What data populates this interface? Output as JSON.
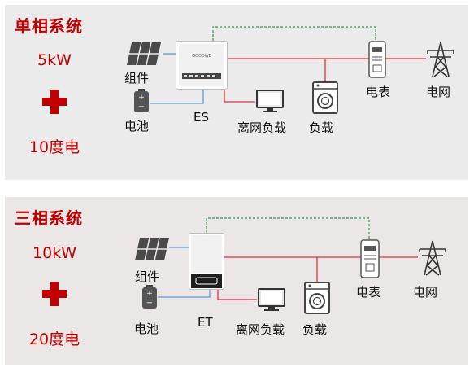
{
  "panels": [
    {
      "title": "单相系统",
      "power": "5kW",
      "storage": "10度电",
      "labels": {
        "pv": "组件",
        "battery": "电池",
        "inverter": "ES",
        "offgrid_load": "离网负载",
        "load": "负载",
        "meter": "电表",
        "grid": "电网"
      }
    },
    {
      "title": "三相系统",
      "power": "10kW",
      "storage": "20度电",
      "labels": {
        "pv": "组件",
        "battery": "电池",
        "inverter": "ET",
        "offgrid_load": "离网负载",
        "load": "负载",
        "meter": "电表",
        "grid": "电网"
      }
    }
  ],
  "colors": {
    "accent": "#c00000",
    "dc_line": "#5b9bd5",
    "ac_line": "#e0303a",
    "comm_line": "#2e9e4a",
    "panel1_bg": "#ebebeb",
    "panel2_bg": "#ebe7e6"
  },
  "icons": [
    "solar-panel-icon",
    "battery-icon",
    "inverter-icon",
    "monitor-icon",
    "washing-machine-icon",
    "meter-icon",
    "power-tower-icon",
    "plus-icon"
  ]
}
